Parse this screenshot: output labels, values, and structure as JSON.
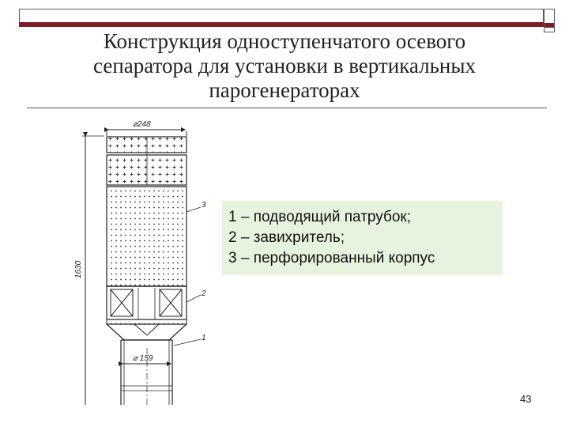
{
  "slide": {
    "title": "Конструкция одноступенчатого осевого\nсепаратора для установки в вертикальных\nпарогенераторах",
    "page_number": "43",
    "accent_color": "#7b1f24",
    "legend_background": "#e7f3df"
  },
  "legend": {
    "items": [
      "1 – подводящий патрубок;",
      "2 – завихритель;",
      "3 – перфорированный корпус"
    ]
  },
  "drawing": {
    "dim_top": "⌀248",
    "dim_height": "1630",
    "dim_pipe": "⌀ 159",
    "callout_1": "1",
    "callout_2": "2",
    "callout_3": "3"
  }
}
